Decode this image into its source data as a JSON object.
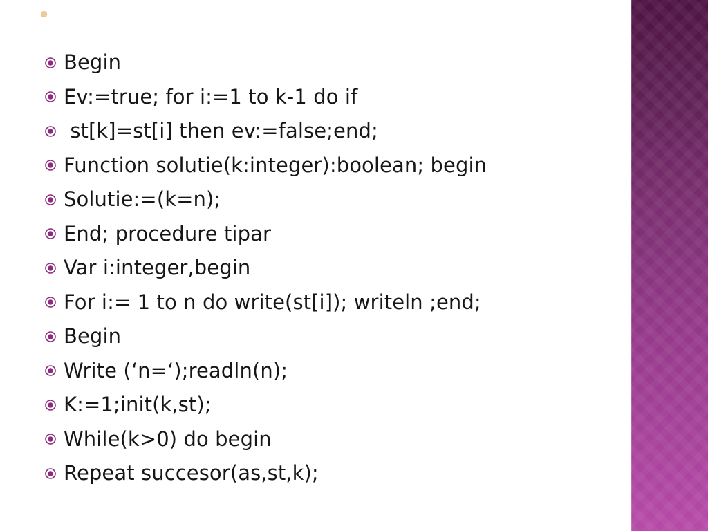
{
  "slide": {
    "lines": [
      "Begin",
      "Ev:=true; for i:=1 to k-1 do if",
      " st[k]=st[i] then ev:=false;end;",
      "Function solutie(k:integer):boolean; begin",
      "Solutie:=(k=n);",
      "End; procedure tipar",
      "Var i:integer,begin",
      "For i:= 1 to n do write(st[i]); writeln ;end;",
      "Begin",
      "Write (‘n=‘);readln(n);",
      "K:=1;init(k,st);",
      "While(k>0) do begin",
      "Repeat succesor(as,st,k);"
    ]
  },
  "colors": {
    "text": "#161616",
    "bullet": "#8f2b7f",
    "dot": "#f2c99a",
    "band_dark": "#4a0f3f",
    "band_light": "#b64aa8"
  },
  "icons": {
    "bullet": "radio-bullet-icon",
    "dot": "title-dot-icon"
  }
}
